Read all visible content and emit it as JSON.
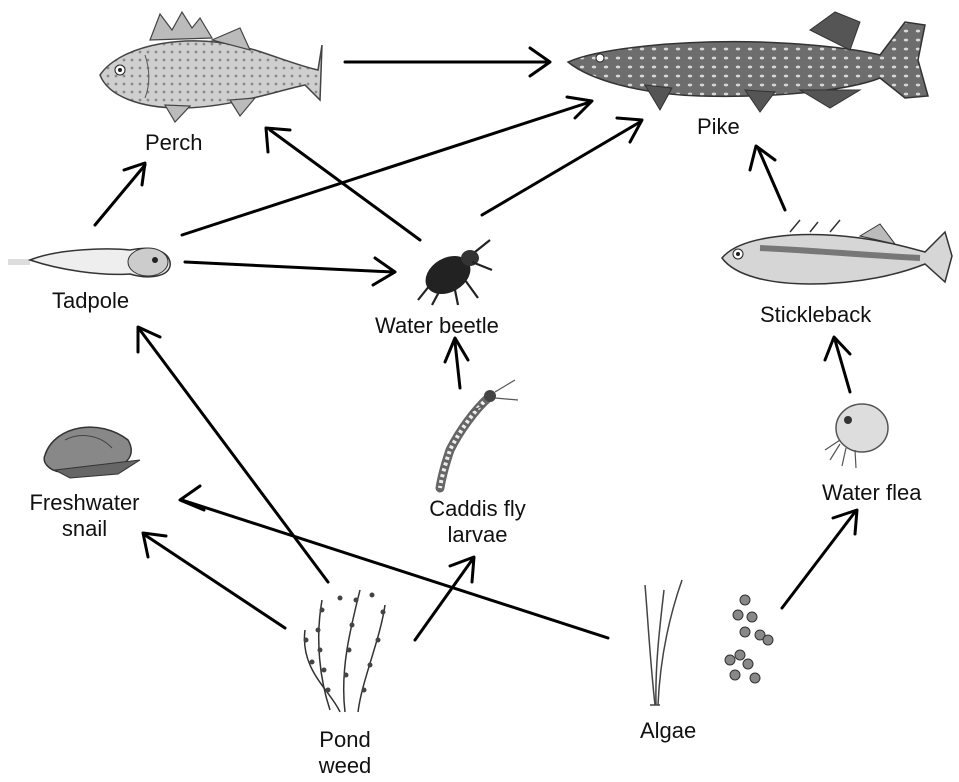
{
  "organisms": {
    "perch": "Perch",
    "pike": "Pike",
    "tadpole": "Tadpole",
    "water_beetle": "Water beetle",
    "stickleback": "Stickleback",
    "freshwater_snail_line1": "Freshwater",
    "freshwater_snail_line2": "snail",
    "caddis_line1": "Caddis fly",
    "caddis_line2": "larvae",
    "water_flea": "Water flea",
    "pond_weed_line1": "Pond",
    "pond_weed_line2": "weed",
    "algae": "Algae"
  },
  "links": [
    {
      "from": "Perch",
      "to": "Pike"
    },
    {
      "from": "Tadpole",
      "to": "Perch"
    },
    {
      "from": "Tadpole",
      "to": "Pike"
    },
    {
      "from": "Tadpole",
      "to": "Water beetle"
    },
    {
      "from": "Water beetle",
      "to": "Perch"
    },
    {
      "from": "Water beetle",
      "to": "Pike"
    },
    {
      "from": "Stickleback",
      "to": "Pike"
    },
    {
      "from": "Water flea",
      "to": "Stickleback"
    },
    {
      "from": "Caddis fly larvae",
      "to": "Water beetle"
    },
    {
      "from": "Pond weed",
      "to": "Tadpole"
    },
    {
      "from": "Pond weed",
      "to": "Freshwater snail"
    },
    {
      "from": "Pond weed",
      "to": "Caddis fly larvae"
    },
    {
      "from": "Algae",
      "to": "Freshwater snail"
    },
    {
      "from": "Algae",
      "to": "Water flea"
    }
  ],
  "colors": {
    "arrow": "#000000",
    "text": "#111111",
    "drawing": "#555555"
  }
}
